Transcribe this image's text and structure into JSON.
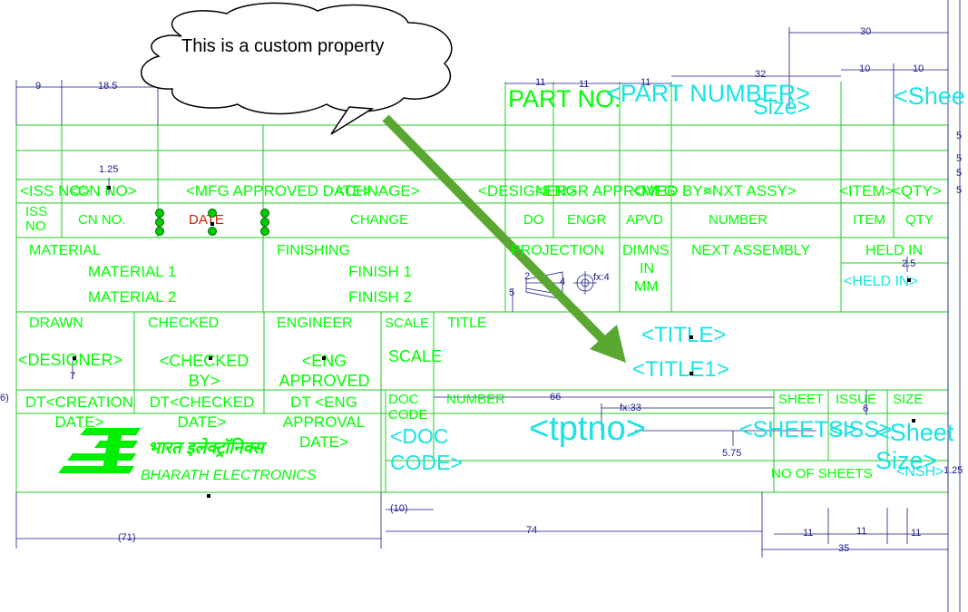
{
  "callout": {
    "text": "This is a custom property"
  },
  "dims": {
    "d9": "9",
    "d18_5": "18.5",
    "d11a": "11",
    "d11b": "11",
    "d11c": "11",
    "d32": "32",
    "d30": "30",
    "d10a": "10",
    "d10b": "10",
    "d1_25": "1.25",
    "d7": "7",
    "d2_5": "2.5",
    "d5a": "5",
    "d5b": "5",
    "d5c": "5",
    "d5d": "5",
    "d2": "2",
    "d4": "4",
    "d5e": "5",
    "fx4": "fx:4",
    "d66": "66",
    "fx33": "fx:33",
    "d5_75": "5.75",
    "d6": "6",
    "d1_25b": "1.25",
    "d10_paren": "(10)",
    "d71": "(71)",
    "d74": "74",
    "d11d": "11",
    "d11e": "11",
    "d11f": "11",
    "d35": "35",
    "d6left": "6)"
  },
  "header": {
    "part_no": "PART NO.",
    "part_number": "<PART NUMBER>",
    "sheet_partial": "<Shee",
    "size": "Size>"
  },
  "revision_row": {
    "iss_no": "<ISS NO>",
    "cn_no": "<CN NO>",
    "mfg_approved_date": "<MFG APPROVED DATE>",
    "chnage": "<CHNAGE>",
    "designer": "<DESIGNER>",
    "engr_approved": "<ENGR APPROVED BY>",
    "mfg": "<MFG",
    "nxt_assy": "<NXT ASSY>",
    "item": "<ITEM>",
    "qty": "<QTY>"
  },
  "revision_labels": {
    "iss": "ISS",
    "no": "NO",
    "cn_no": "CN NO.",
    "date": "DATE",
    "change": "CHANGE",
    "do": "DO",
    "engr": "ENGR",
    "apvd": "APVD",
    "number": "NUMBER",
    "item": "ITEM",
    "qty": "QTY"
  },
  "material": {
    "label": "MATERIAL",
    "m1": "MATERIAL 1",
    "m2": "MATERIAL 2"
  },
  "finishing": {
    "label": "FINISHING",
    "f1": "FINISH 1",
    "f2": "FINISH 2"
  },
  "projection": {
    "label": "PROJECTION"
  },
  "dimns": {
    "l1": "DIMNS",
    "l2": "IN",
    "l3": "MM"
  },
  "next_assembly": {
    "label": "NEXT ASSEMBLY"
  },
  "held_in": {
    "label": "HELD IN",
    "value": "<HELD IN>"
  },
  "signatures": {
    "drawn": "DRAWN",
    "checked": "CHECKED",
    "engineer": "ENGINEER",
    "scale_label": "SCALE",
    "title_label": "TITLE",
    "designer": "<DESIGNER>",
    "checked_by": "<CHECKED BY>",
    "eng_approved": "<ENG APPROVED",
    "scale_value": "SCALE",
    "title": "<TITLE>",
    "title1": "<TITLE1>"
  },
  "dates": {
    "dt_creation": "DT<CREATION DATE>",
    "dt_checked": "DT<CHECKED DATE>",
    "dt_eng": "DT <ENG APPROVAL DATE>",
    "doc_code_label": "DOC CODE",
    "number_label": "NUMBER",
    "sheet_label": "SHEET",
    "issue_label": "ISSUE",
    "size_label": "SIZE",
    "doc_code_value": "<DOC CODE>",
    "tptno": "<tptno>",
    "sheets": "<SHEETS>",
    "iss": "<ISS>",
    "sheet_size": "<Sheet Size>",
    "no_of_sheets": "NO OF SHEETS",
    "nsh": "<NSH>"
  },
  "company": {
    "name": "BHARATH ELECTRONICS",
    "hindi": "भारत इलेक्ट्रॉनिक्स"
  },
  "colors": {
    "line": "#00cc00",
    "cyan": "#00e5ff",
    "green_text": "#00ff00",
    "dim": "#1a1a8c",
    "arrow": "#5aa832",
    "date_red": "#cc2200"
  }
}
